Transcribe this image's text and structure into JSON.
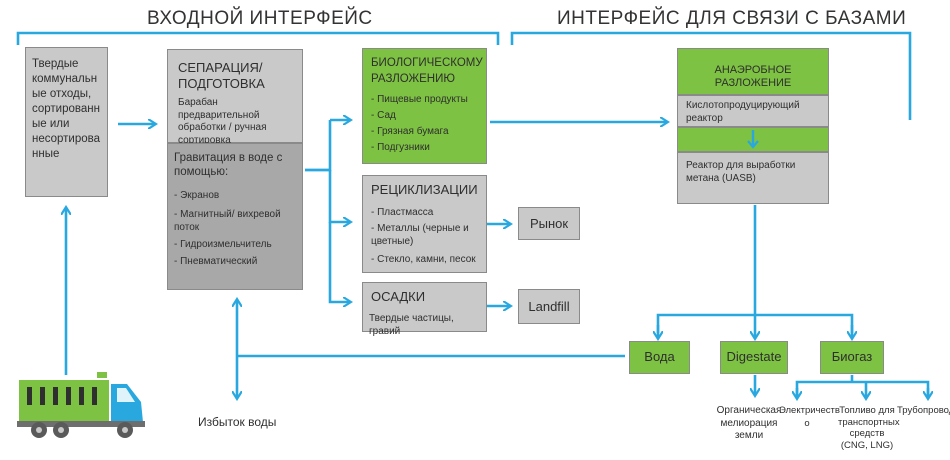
{
  "headers": {
    "input": "ВХОДНОЙ ИНТЕРФЕЙС",
    "base": "ИНТЕРФЕЙС ДЛЯ СВЯЗИ С БАЗАМИ"
  },
  "waste": "Твердые коммунальн ые отходы, сортированн ые или несортирова нные",
  "separation": {
    "title": "СЕПАРАЦИЯ/ ПОДГОТОВКА",
    "subtitle": "Барабан предварительной обработки / ручная сортировка",
    "gravity_title": "Гравитация в воде с помощью:",
    "items": [
      "- Экранов",
      "- Магнитный/ вихревой поток",
      "- Гидроизмельчитель",
      "- Пневматический"
    ]
  },
  "bio": {
    "title": "БИОЛОГИЧЕСКОМУ РАЗЛОЖЕНИЮ",
    "items": [
      "- Пищевые продукты",
      "- Сад",
      "- Грязная бумага",
      "- Подгузники"
    ]
  },
  "recycle": {
    "title": "РЕЦИКЛИЗАЦИИ",
    "items": [
      "- Пластмасса",
      "- Металлы (черные и цветные)",
      "- Стекло, камни, песок"
    ]
  },
  "sediment": {
    "title": "ОСАДКИ",
    "text": "Твердые частицы, гравий"
  },
  "market": "Рынок",
  "landfill": "Landfill",
  "anaerobic": {
    "title": "АНАЭРОБНОЕ РАЗЛОЖЕНИЕ",
    "reactor1": "Кислотопродуцирующий реактор",
    "reactor2": "Реактор для выработки метана (UASB)"
  },
  "outputs": {
    "water": "Вода",
    "digestate": "Digestate",
    "biogas": "Биогаз"
  },
  "excess_water": "Избыток воды",
  "digestate_use": "Органическая мелиорация земли",
  "biogas_uses": {
    "electricity": "Электричеств о",
    "fuel": "Топливо для транспортных средств (CNG, LNG)",
    "pipeline": "Трубопровод"
  },
  "colors": {
    "arrow": "#29a8e0",
    "green": "#7dc242",
    "gray": "#c9c9c9",
    "dark_gray": "#a8a8a8",
    "truck_body": "#7dc242",
    "truck_cab": "#29a8e0"
  },
  "icons": [
    "truck-icon"
  ]
}
